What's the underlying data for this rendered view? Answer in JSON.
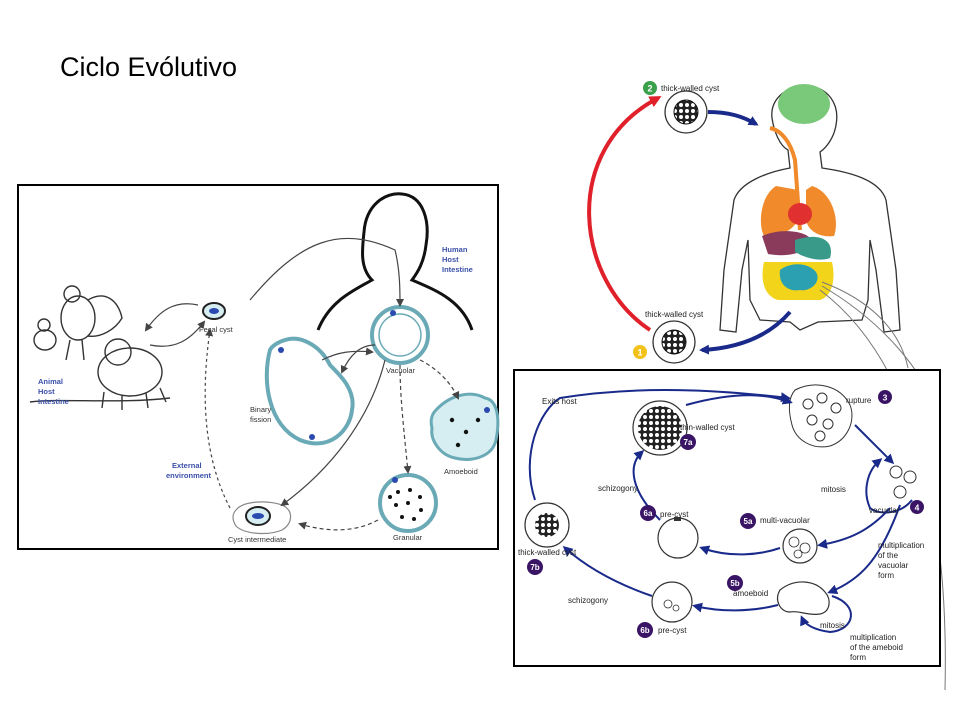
{
  "slide": {
    "title": "Ciclo Evólutivo"
  },
  "left_diagram": {
    "labels": {
      "fecal_cyst": "Fecal cyst",
      "vacuolar": "Vacuolar",
      "binary_fission_1": "Binary",
      "binary_fission_2": "fission",
      "amoeboid": "Amoeboid",
      "granular": "Granular",
      "cyst_intermediate": "Cyst intermediate",
      "human_host_1": "Human",
      "human_host_2": "Host",
      "human_host_3": "Intestine",
      "animal_host_1": "Animal",
      "animal_host_2": "Host",
      "animal_host_3": "Intestine",
      "external_env_1": "External",
      "external_env_2": "environment"
    },
    "colors": {
      "host_label": "#3a50a8",
      "cell_fill": "#d6eef2",
      "cell_stroke": "#6aaab6"
    }
  },
  "right_diagram": {
    "labels": {
      "thick_walled_cyst_top": "thick-walled cyst",
      "thick_walled_cyst_bottom": "thick-walled cyst",
      "exits_host": "Exits host",
      "rupture": "rupture",
      "thin_walled_cyst": "thin-walled cyst",
      "schizogony_1": "schizogony",
      "mitosis_1": "mitosis",
      "vacuolar": "vacuolar",
      "pre_cyst_a": "pre-cyst",
      "multi_vacuolar": "multi-vacuolar",
      "multiplication_vac_1": "multiplication",
      "multiplication_vac_2": "of the",
      "multiplication_vac_3": "vacuolar",
      "multiplication_vac_4": "form",
      "thick_walled_cyst_inset": "thick-walled cyst",
      "amoeboid": "amoeboid",
      "schizogony_2": "schizogony",
      "mitosis_2": "mitosis",
      "pre_cyst_b": "pre-cyst",
      "multiplication_amb_1": "multiplication",
      "multiplication_amb_2": "of the ameboid",
      "multiplication_amb_3": "form"
    },
    "stage_badges": {
      "s1": "1",
      "s2": "2",
      "s3": "3",
      "s4": "4",
      "s5a": "5a",
      "s5b": "5b",
      "s6a": "6a",
      "s6b": "6b",
      "s7a": "7a",
      "s7b": "7b"
    },
    "colors": {
      "badge_purple": "#3a1566",
      "badge_green": "#3aa04a",
      "badge_yellow": "#f2c21a",
      "arrow_red": "#e0202a",
      "arrow_navy": "#1a2a8a",
      "brain": "#7ac87a",
      "lungs": "#f08a2a",
      "heart": "#e03030",
      "liver": "#8a3a5a",
      "stomach": "#3a9a8a",
      "intestine_small": "#2aa0b0",
      "intestine_large": "#f2d41a"
    }
  }
}
